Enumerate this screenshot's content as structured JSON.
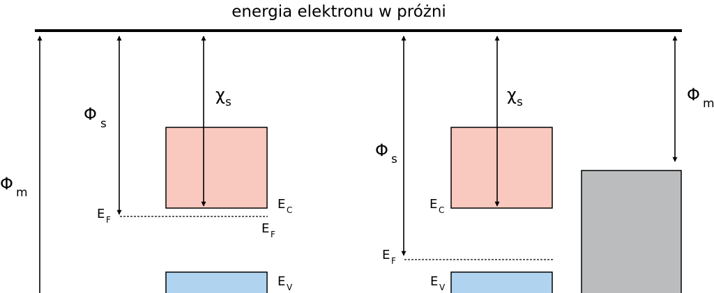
{
  "vacuum_label": "energia elektronu w próżni",
  "symbols": {
    "phi": "Φ",
    "chi": "χ",
    "E": "E"
  },
  "subscripts": {
    "s": "s",
    "m": "m",
    "F": "F",
    "C": "C",
    "V": "V"
  },
  "colors": {
    "conduction_band": "#f9c8bf",
    "valence_band": "#b0d4f0",
    "metal": "#bbbcbe",
    "line": "#000000"
  }
}
